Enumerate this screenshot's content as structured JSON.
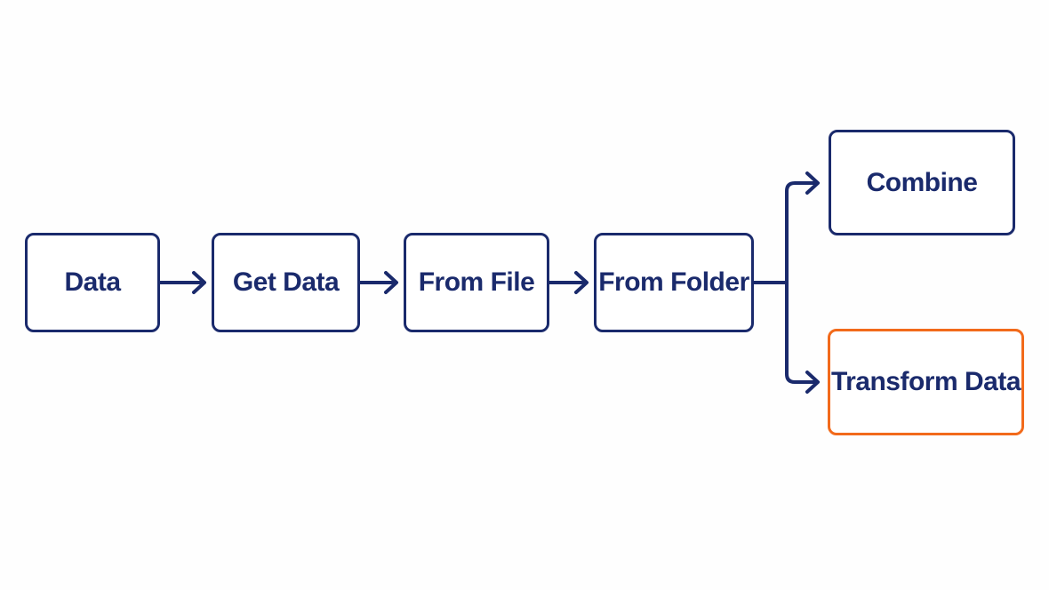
{
  "diagram": {
    "nodes": [
      {
        "id": "data",
        "label": "Data"
      },
      {
        "id": "get-data",
        "label": "Get Data"
      },
      {
        "id": "from-file",
        "label": "From File"
      },
      {
        "id": "from-folder",
        "label": "From Folder"
      },
      {
        "id": "combine",
        "label": "Combine"
      },
      {
        "id": "transform-data",
        "label": "Transform Data",
        "highlighted": true
      }
    ],
    "edges": [
      {
        "from": "data",
        "to": "get-data"
      },
      {
        "from": "get-data",
        "to": "from-file"
      },
      {
        "from": "from-file",
        "to": "from-folder"
      },
      {
        "from": "from-folder",
        "to": "combine"
      },
      {
        "from": "from-folder",
        "to": "transform-data"
      }
    ],
    "colors": {
      "primary": "#1a2a6c",
      "highlight": "#f26a1b",
      "background": "#fefefe"
    }
  }
}
